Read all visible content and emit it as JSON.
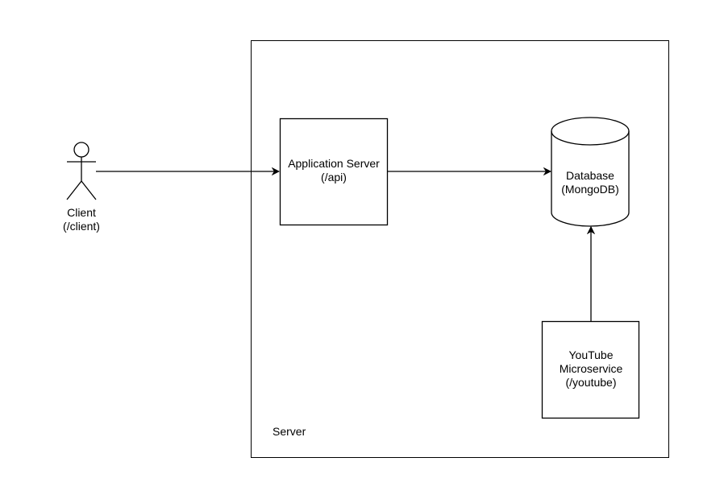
{
  "diagram": {
    "nodes": {
      "client": {
        "shape": "actor",
        "line1": "Client",
        "line2": "(/client)"
      },
      "app_server": {
        "shape": "rectangle",
        "line1": "Application Server",
        "line2": "(/api)"
      },
      "database": {
        "shape": "cylinder",
        "line1": "Database",
        "line2": "(MongoDB)"
      },
      "youtube": {
        "shape": "rectangle",
        "line1": "YouTube",
        "line2": "Microservice",
        "line3": "(/youtube)"
      }
    },
    "container": {
      "label": "Server",
      "contains": [
        "app_server",
        "database",
        "youtube"
      ]
    },
    "edges": [
      {
        "from": "client",
        "to": "app_server"
      },
      {
        "from": "app_server",
        "to": "database"
      },
      {
        "from": "youtube",
        "to": "database"
      }
    ],
    "colors": {
      "stroke": "#000000",
      "fill": "#ffffff"
    }
  }
}
